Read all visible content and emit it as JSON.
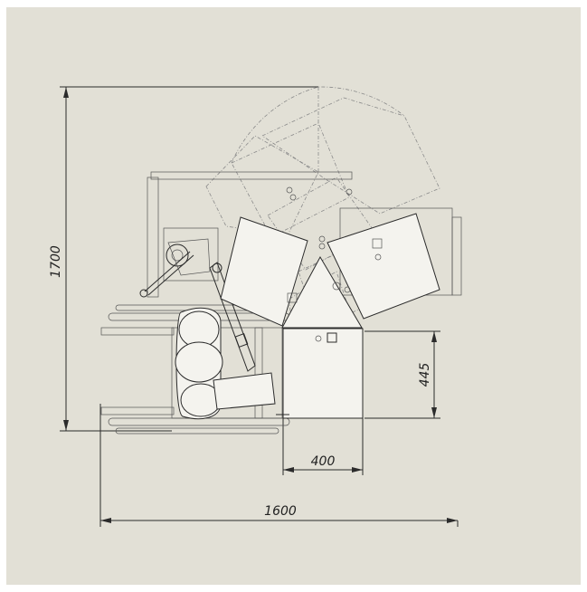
{
  "diagram": {
    "background_color": "#e2e0d6",
    "line_color": "#2b2b2b",
    "dimensions": {
      "total_height": "1700",
      "total_width": "1600",
      "table_width": "400",
      "table_depth": "445"
    }
  }
}
